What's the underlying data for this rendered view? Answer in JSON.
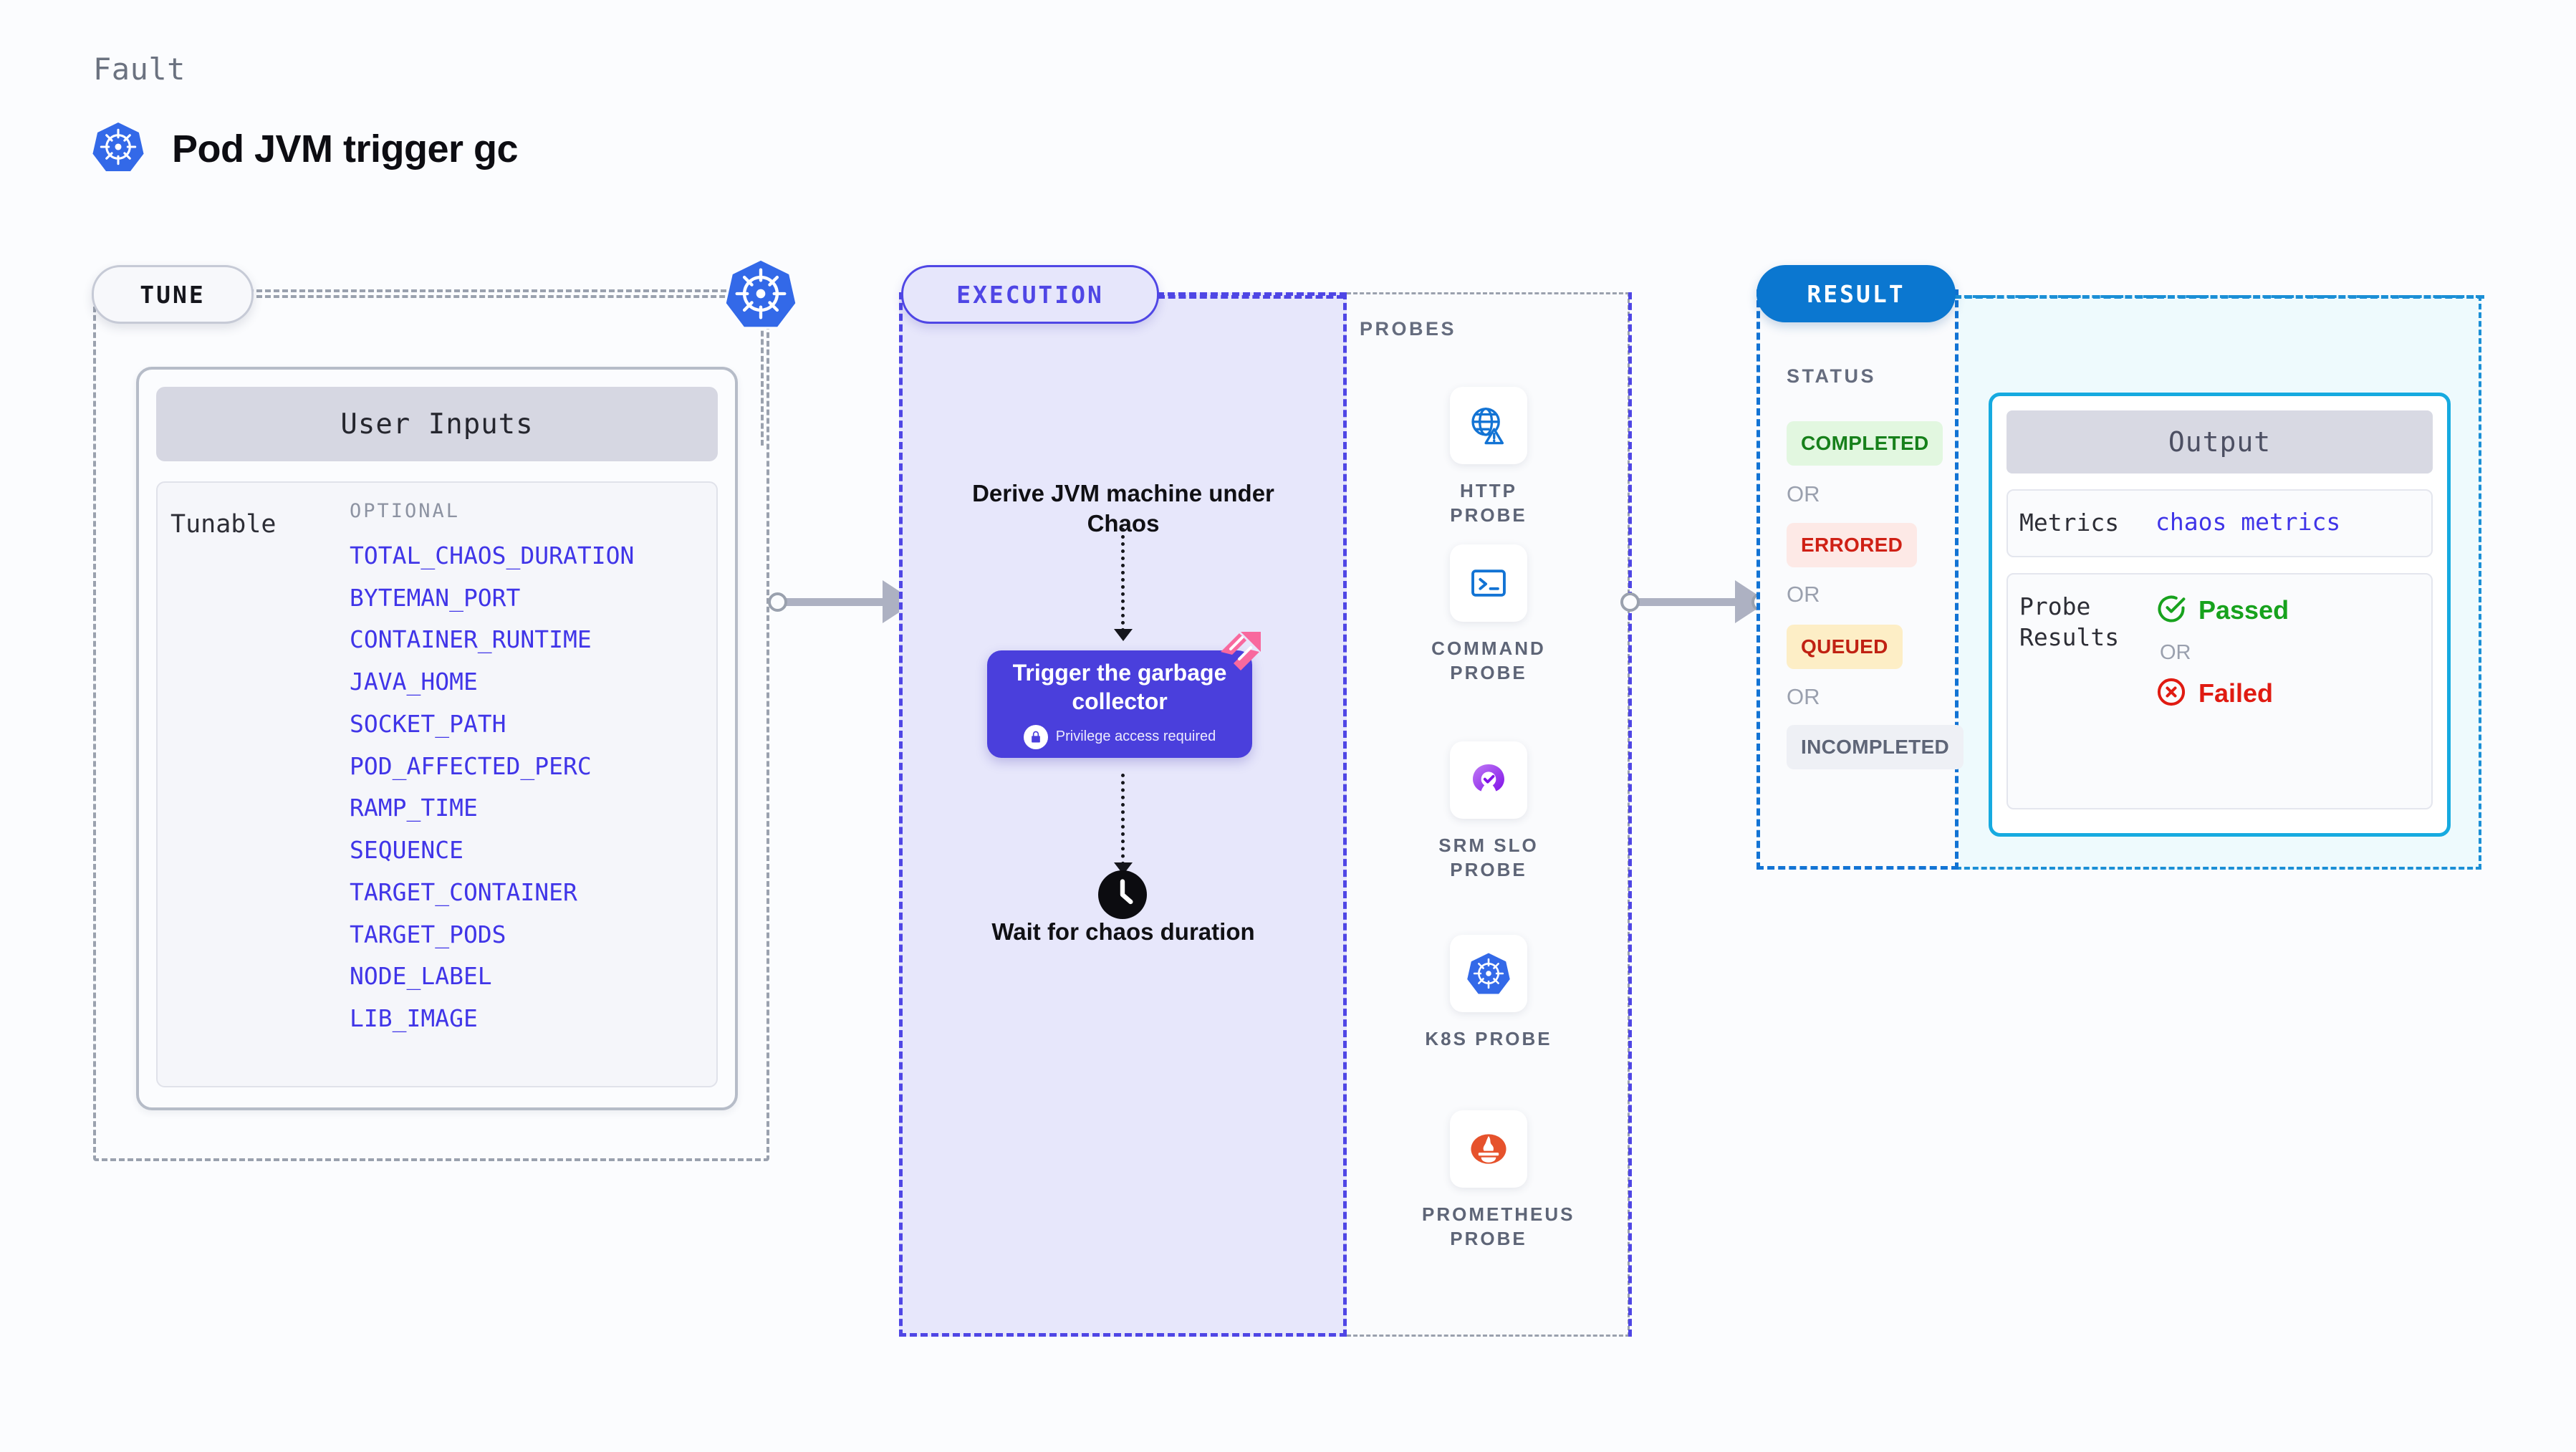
{
  "header": {
    "kicker": "Fault",
    "title": "Pod JVM trigger gc",
    "icon": "kubernetes-icon"
  },
  "tune": {
    "pill_label": "TUNE",
    "k8s_icon": "kubernetes-icon",
    "user_inputs_title": "User Inputs",
    "tunable_label": "Tunable",
    "optional_label": "OPTIONAL",
    "tunables": [
      "TOTAL_CHAOS_DURATION",
      "BYTEMAN_PORT",
      "CONTAINER_RUNTIME",
      "JAVA_HOME",
      "SOCKET_PATH",
      "POD_AFFECTED_PERC",
      "RAMP_TIME",
      "SEQUENCE",
      "TARGET_CONTAINER",
      "TARGET_PODS",
      "NODE_LABEL",
      "LIB_IMAGE"
    ]
  },
  "execution": {
    "pill_label": "EXECUTION",
    "step_1": "Derive JVM machine under Chaos",
    "card": {
      "title": "Trigger the garbage collector",
      "badge": "Privilege access required",
      "badge_icon": "lock-icon",
      "ribbon_icon": "chaos-fault-ribbon-icon",
      "color": "#4a3fdc"
    },
    "step_2": "Wait for chaos duration",
    "step_2_icon": "clock-icon"
  },
  "probes": {
    "section_label": "PROBES",
    "items": [
      {
        "name": "HTTP PROBE",
        "icon": "globe-warning-icon",
        "color": "#1273d4"
      },
      {
        "name": "COMMAND PROBE",
        "icon": "terminal-icon",
        "color": "#1273d4"
      },
      {
        "name": "SRM SLO PROBE",
        "icon": "srm-slo-check-icon",
        "color": "#9333ea"
      },
      {
        "name": "K8S PROBE",
        "icon": "kubernetes-icon",
        "color": "#3369e8"
      },
      {
        "name": "PROMETHEUS PROBE",
        "icon": "prometheus-icon",
        "color": "#e6522c"
      }
    ]
  },
  "result": {
    "pill_label": "RESULT",
    "status_label": "STATUS",
    "or_label": "OR",
    "statuses": [
      {
        "label": "COMPLETED",
        "bg": "#e2f7e0",
        "fg": "#17801b"
      },
      {
        "label": "ERRORED",
        "bg": "#fde9e6",
        "fg": "#cf2015"
      },
      {
        "label": "QUEUED",
        "bg": "#fdeec6",
        "fg": "#c02213"
      },
      {
        "label": "INCOMPLETED",
        "bg": "#eef0f5",
        "fg": "#5e6577"
      }
    ],
    "output": {
      "title": "Output",
      "metrics_key": "Metrics",
      "metrics_value": "chaos metrics",
      "probe_results_key": "Probe Results",
      "passed_label": "Passed",
      "passed_icon": "check-circle-icon",
      "or_label": "OR",
      "failed_label": "Failed",
      "failed_icon": "x-circle-icon"
    }
  }
}
